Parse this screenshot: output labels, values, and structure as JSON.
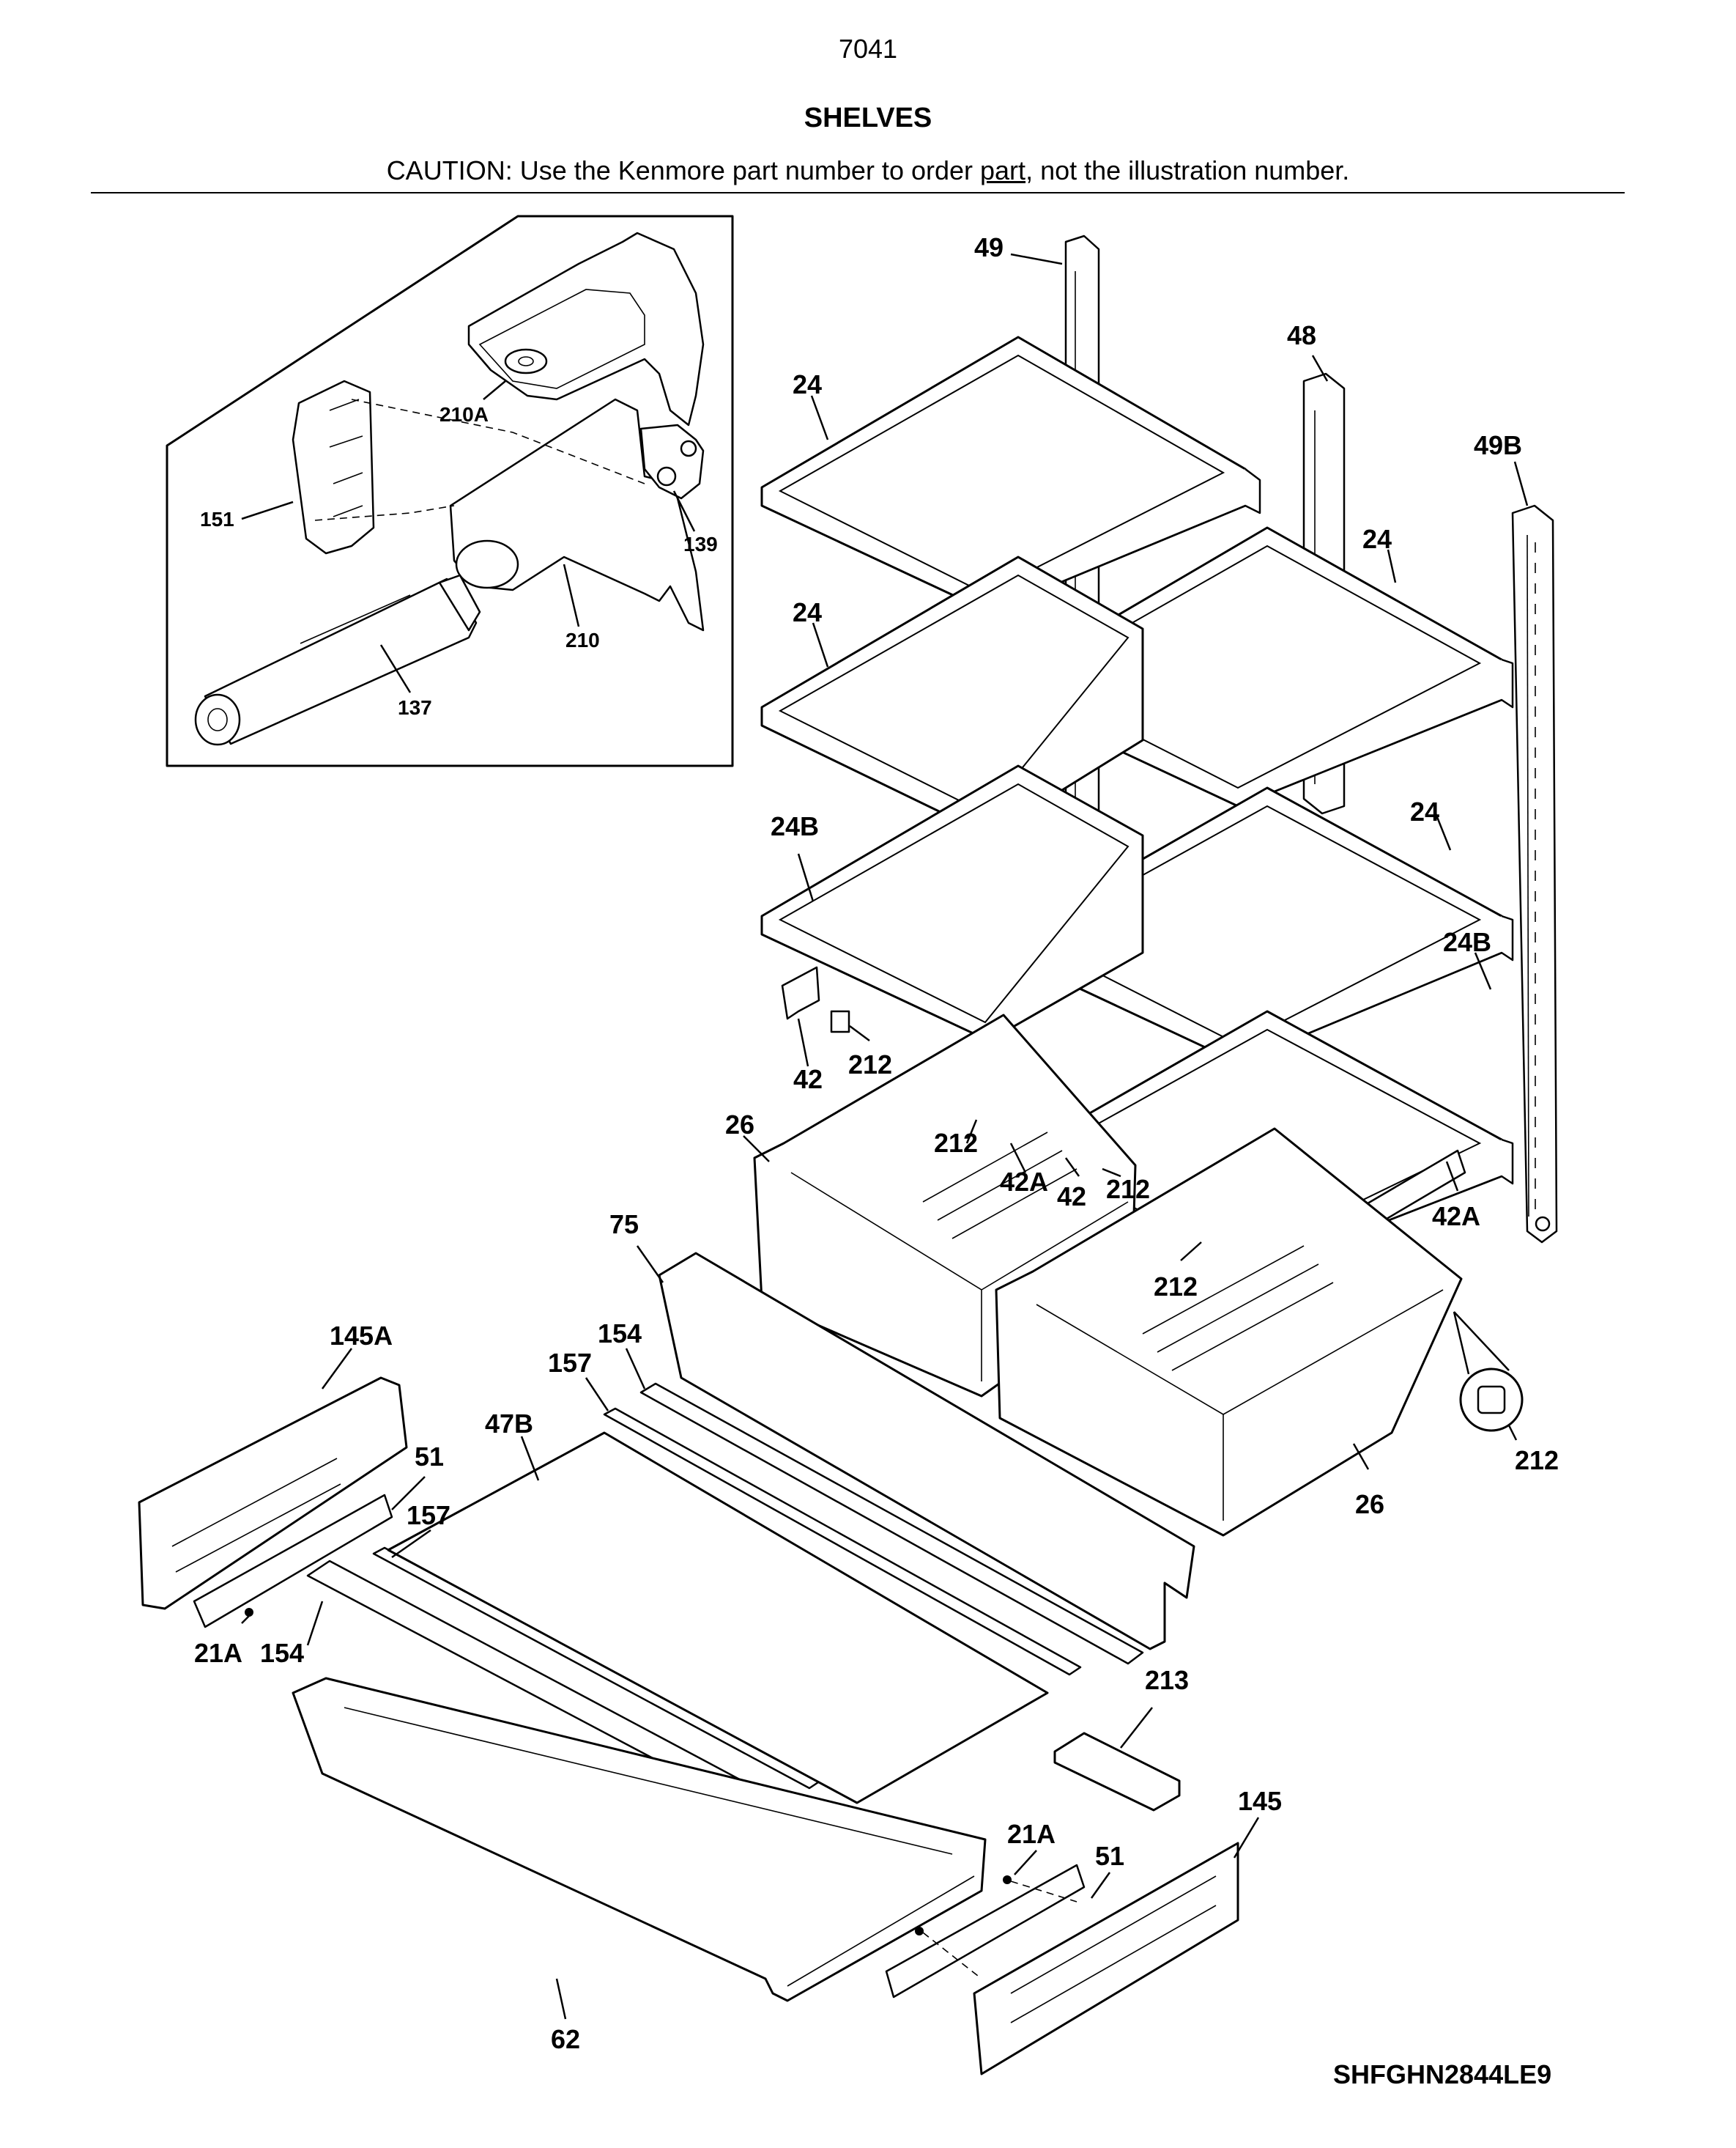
{
  "header": {
    "page_number": "7041",
    "title": "SHELVES",
    "caution_prefix": "CAUTION: Use the Kenmore part number to order ",
    "caution_underlined": "part",
    "caution_suffix": ", not the illustration number."
  },
  "model_number": "SHFGHN2844LE9",
  "inset_labels": {
    "filter_cover": "210A",
    "housing": "210",
    "bracket": "151",
    "valve": "139",
    "cartridge": "137"
  },
  "labels": {
    "rail_left_rear": "49",
    "rail_center": "48",
    "rail_right": "49B",
    "shelf_top_left": "24",
    "shelf_top_right": "24",
    "shelf_mid_left": "24",
    "shelf_mid_right": "24",
    "shelf_low_left": "24B",
    "shelf_low_right": "24B",
    "support_left": "42",
    "clip_left": "212",
    "pan_left": "26",
    "clip_center_a": "212",
    "support_center_a": "42A",
    "support_center": "42",
    "clip_center_b": "212",
    "support_right": "42A",
    "clip_right": "212",
    "clip_detail": "212",
    "pan_right": "26",
    "cover_front": "75",
    "trim_upper": "154",
    "seal_upper": "157",
    "glass_cover": "47B",
    "endcap_left": "145A",
    "slide_left": "51",
    "seal_lower": "157",
    "screw_left": "21A",
    "trim_lower": "154",
    "pan_bottom": "62",
    "damper": "213",
    "endcap_right": "145",
    "screw_right": "21A",
    "slide_right": "51"
  }
}
